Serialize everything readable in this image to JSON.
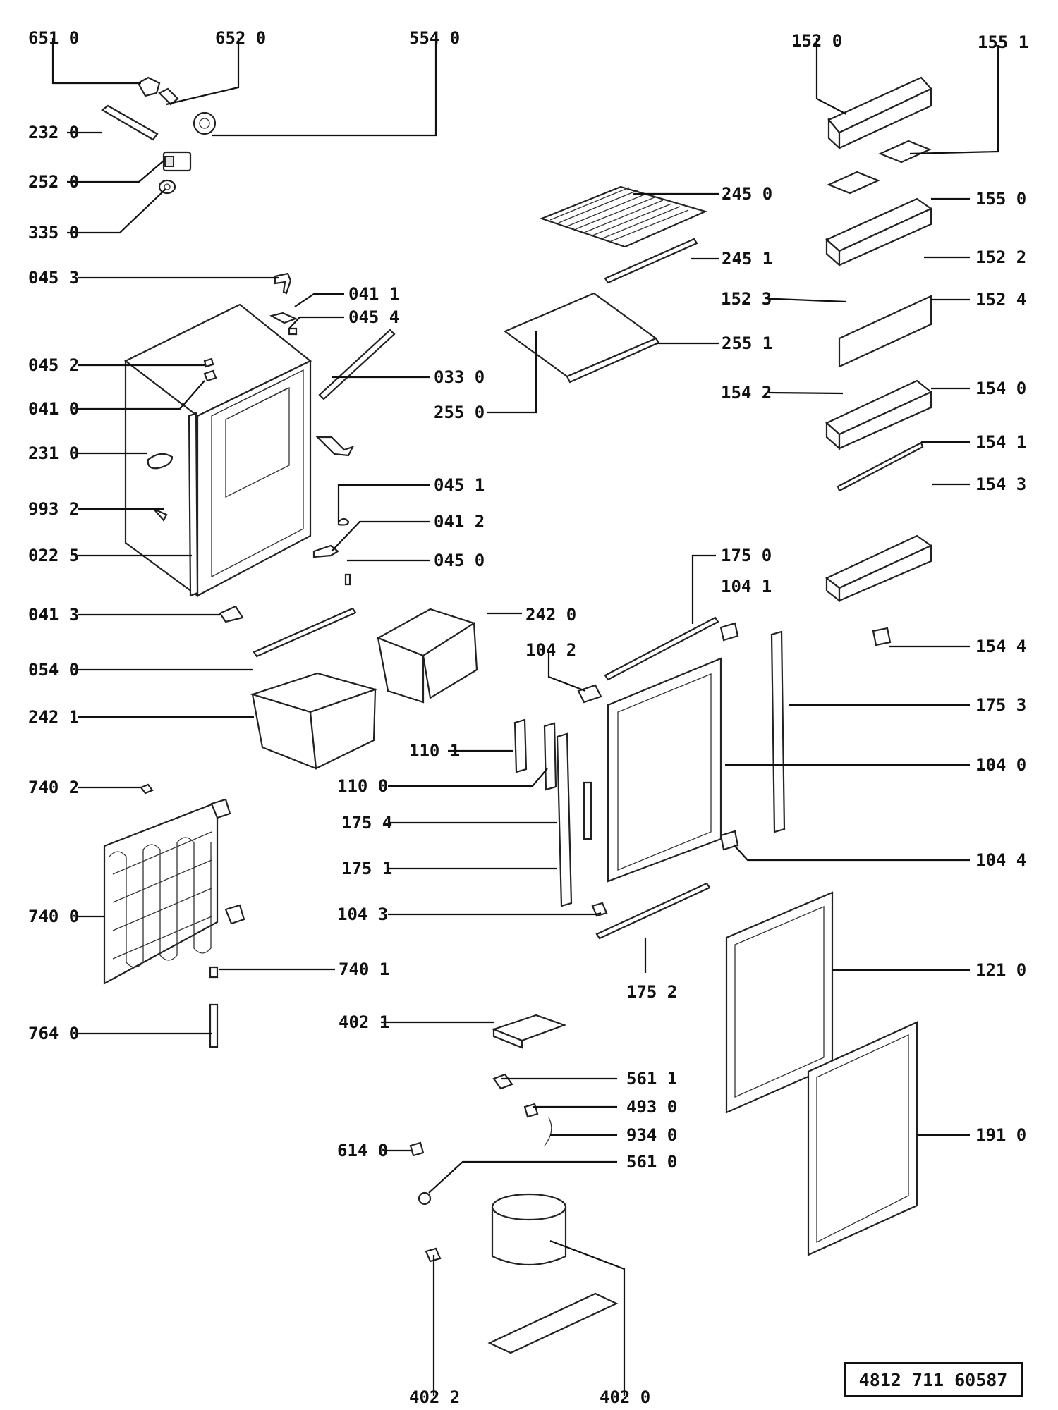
{
  "doc_number": "4812  711  60587",
  "labels": {
    "l6510": "651 0",
    "l6520": "652 0",
    "l5540": "554 0",
    "l1520": "152 0",
    "l1551": "155 1",
    "l2320": "232 0",
    "l2520": "252 0",
    "l3350": "335 0",
    "l2450": "245 0",
    "l1550": "155 0",
    "l2451": "245 1",
    "l1522": "152 2",
    "l0453": "045 3",
    "l0411": "041 1",
    "l0454": "045 4",
    "l1523": "152 3",
    "l1524": "152 4",
    "l2551": "255 1",
    "l0452": "045 2",
    "l0330": "033 0",
    "l1542": "154 2",
    "l1540": "154 0",
    "l0410": "041 0",
    "l2550": "255 0",
    "l2310": "231 0",
    "l1541": "154 1",
    "l0451": "045 1",
    "l1543": "154 3",
    "l9932": "993 2",
    "l0412": "041 2",
    "l0225": "022 5",
    "l0450": "045 0",
    "l1750": "175 0",
    "l1041": "104 1",
    "l0413": "041 3",
    "l2420": "242 0",
    "l1042": "104 2",
    "l0540": "054 0",
    "l1544": "154 4",
    "l1753": "175 3",
    "l2421": "242 1",
    "l1101": "110 1",
    "l1040": "104 0",
    "l7402": "740 2",
    "l1100": "110 0",
    "l1754": "175 4",
    "l1044": "104 4",
    "l1751": "175 1",
    "l7400": "740 0",
    "l1043": "104 3",
    "l7401": "740 1",
    "l1752": "175 2",
    "l1210": "121 0",
    "l4021": "402 1",
    "l7640": "764 0",
    "l5611": "561 1",
    "l4930": "493 0",
    "l9340": "934 0",
    "l6140": "614 0",
    "l5610": "561 0",
    "l1910": "191 0",
    "l4022": "402 2",
    "l4020": "402 0"
  }
}
